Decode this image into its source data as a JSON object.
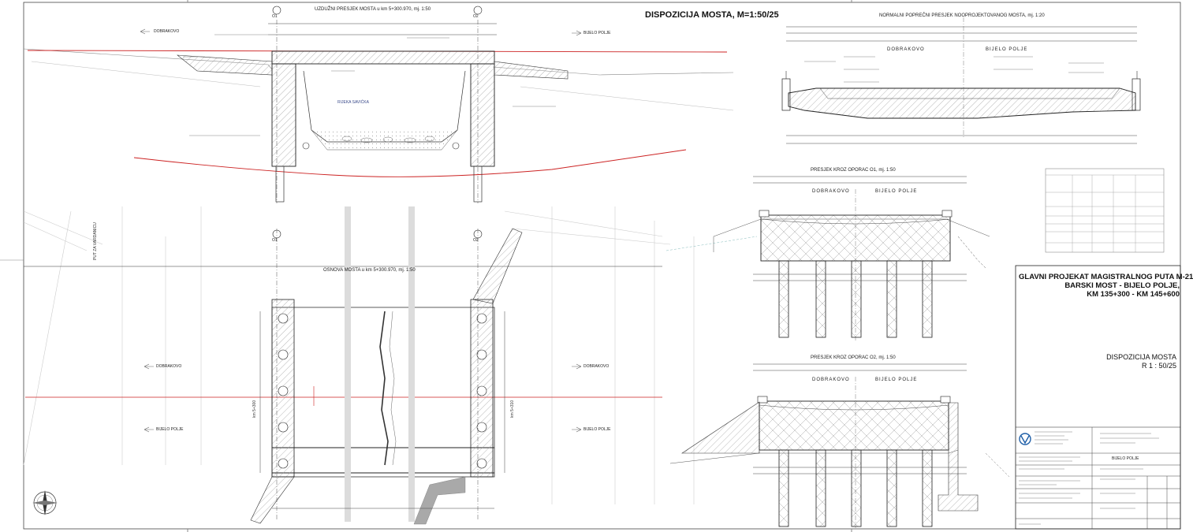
{
  "title_block": {
    "project_lines": [
      "GLAVNI PROJEKAT MAGISTRALNOG PUTA M-21",
      "BARSKI MOST - BIJELO POLJE,",
      "KM 135+300 - KM 145+600"
    ],
    "drawing_lines": [
      "DISPOZICIJA MOSTA",
      "R 1 : 50/25"
    ],
    "location": "BIJELO POLJE"
  },
  "sheet_title": "DISPOZICIJA MOSTA, M=1:50/25",
  "views": {
    "longitudinal_section": "UZDUŽNI PRESJEK MOSTA u km 5+300.970, mj. 1:50",
    "plan_view": "OSNOVA MOSTA u km 5+300.970, mj. 1:50",
    "cross_section": "NORMALNI POPREČNI PRESJEK NOOPROJEKTOVANOG MOSTA, mj. 1:20",
    "abutment_1": "PRESJEK KROZ OPORAC O1, mj. 1:50",
    "abutment_2": "PRESJEK KROZ OPORAC O2, mj. 1:50"
  },
  "labels": {
    "dobrakovo": "DOBRAKOVO",
    "bijelo_polje": "BIJELO POLJE",
    "o1": "O1",
    "o2": "O2",
    "river": "RIJEKA SAVIĆKA",
    "road": "PUT ZA VARDANICU",
    "stacionaza_left": "km 5+300",
    "stacionaza_right": "km 5+310"
  },
  "colors": {
    "line": "#222222",
    "hatch": "#9a9a9a",
    "red": "#cc2222",
    "title_text": "#111111",
    "logo": "#1f5fa8"
  }
}
